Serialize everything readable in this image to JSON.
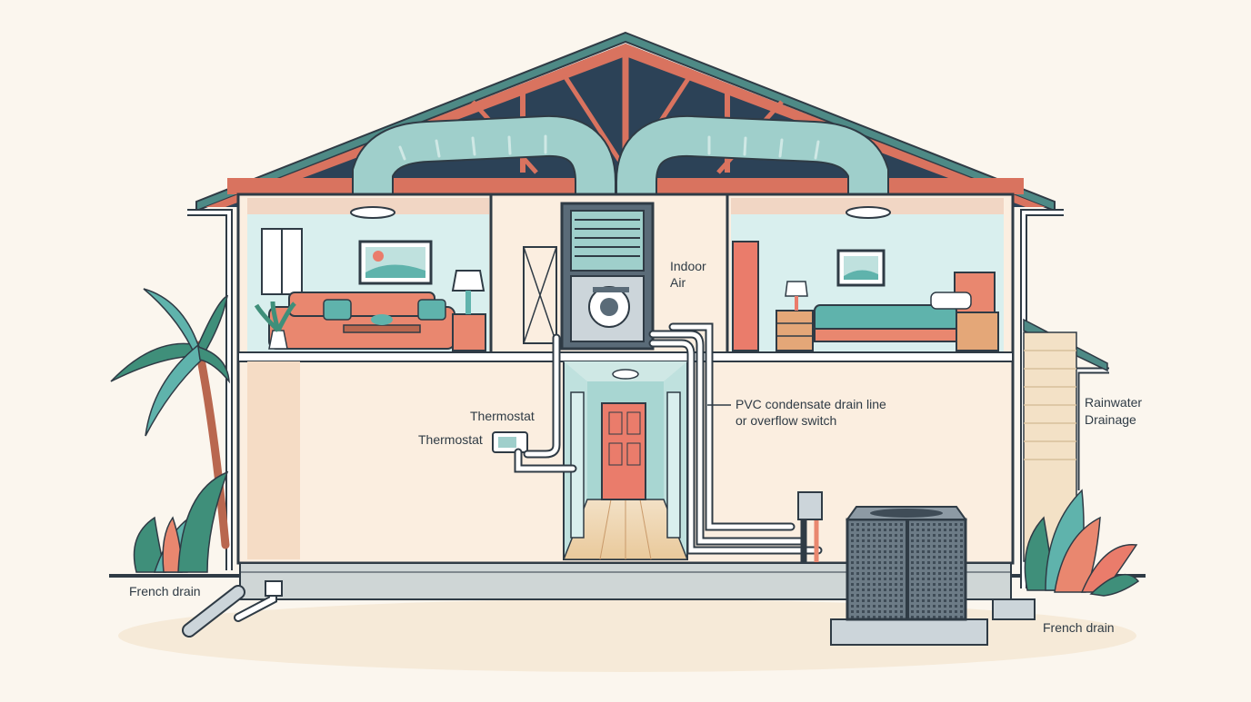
{
  "labels": {
    "indoor_air_line1": "Indoor",
    "indoor_air_line2": "Air",
    "thermostat_upper": "Thermostat",
    "thermostat_lower": "Thermostat",
    "pvc_line1": "PVC condensate drain line",
    "pvc_line2": "or overflow switch",
    "rainwater_line1": "Rainwater",
    "rainwater_line2": "Drainage",
    "french_drain_left": "French drain",
    "french_drain_right": "French drain"
  },
  "colors": {
    "background": "#fbf6ee",
    "roof_trim": "#4e8a86",
    "rafter": "#d9735f",
    "attic": "#2c4257",
    "duct": "#9fcfcb",
    "wall": "#fbeee0",
    "room": "#d9efee",
    "door": "#ea7c6b",
    "sofa": "#e9876f",
    "bed": "#5fb3ac",
    "unit": "#5a6b78",
    "foundation": "#cfd6d6"
  }
}
